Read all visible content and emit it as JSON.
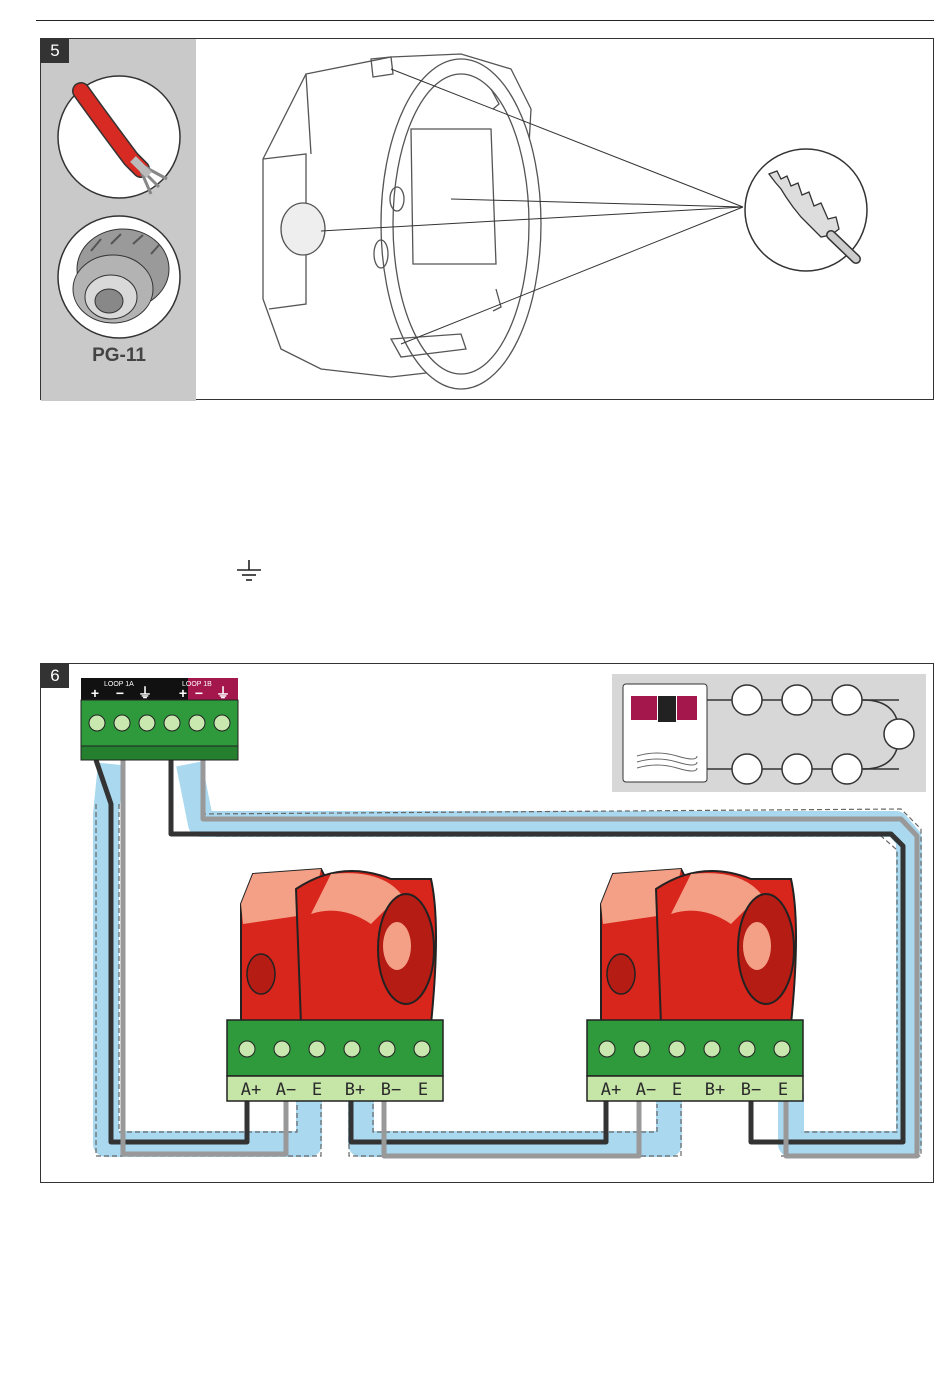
{
  "figure5": {
    "number": "5",
    "gland_label": "PG-11"
  },
  "figure6": {
    "number": "6",
    "terminal_block": {
      "loop_a_label": "LOOP 1A",
      "loop_b_label": "LOOP 1B",
      "symbols": [
        "+",
        "−",
        "⏚",
        "+",
        "−",
        "⏚"
      ]
    },
    "sounder_terminals": [
      "A+",
      "A−",
      "E",
      "B+",
      "B−",
      "E"
    ]
  },
  "colors": {
    "sounder_red": "#d8261c",
    "terminal_green": "#2f9a3c",
    "label_green": "#c6e6a8",
    "loop_b_magenta": "#a3174c",
    "cable_sheath": "#a9d8ef",
    "panel_gray": "#d7d7d7"
  }
}
